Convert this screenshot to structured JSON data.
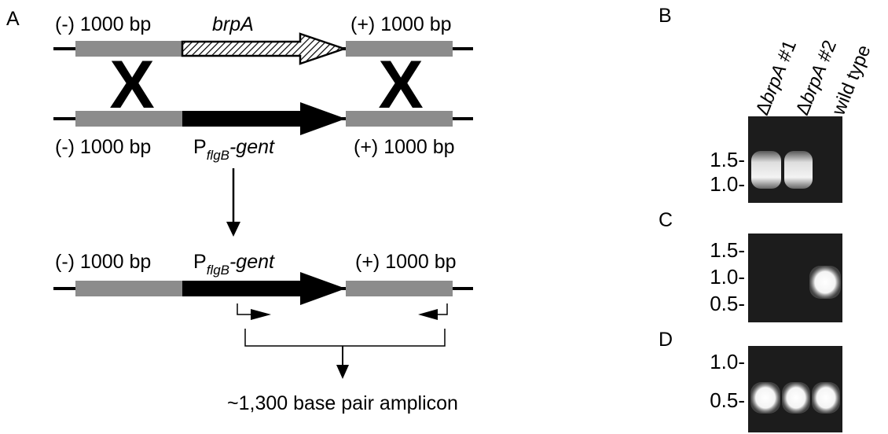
{
  "panels": {
    "a": "A",
    "b": "B",
    "c": "C",
    "d": "D"
  },
  "colors": {
    "homology": "#8c8c8c",
    "cassette": "#000000",
    "gel_bg": "#1c1c1c",
    "band": "#ffffff"
  },
  "diagram": {
    "top": {
      "left_label": "(-) 1000 bp",
      "gene_label": "brpA",
      "right_label": "(+) 1000 bp"
    },
    "middle": {
      "left_label": "(-) 1000 bp",
      "gene_prefix": "P",
      "gene_sub": "flgB",
      "gene_suffix": "-gent",
      "right_label": "(+) 1000 bp"
    },
    "bottom": {
      "left_label": "(-) 1000 bp",
      "gene_prefix": "P",
      "gene_sub": "flgB",
      "gene_suffix": "-gent",
      "right_label": "(+) 1000 bp"
    },
    "crossover_symbol": "X",
    "amplicon_label": "~1,300 base pair amplicon"
  },
  "gels": {
    "lanes": [
      {
        "prefix": "Δ",
        "name": "brpA",
        "suffix": " #1"
      },
      {
        "prefix": "Δ",
        "name": "brpA",
        "suffix": " #2"
      },
      {
        "prefix": "",
        "name": "wild type",
        "suffix": ""
      }
    ],
    "b": {
      "ladder": [
        "1.5-",
        "1.0-"
      ],
      "bands_in_lanes": [
        1,
        2
      ]
    },
    "c": {
      "ladder": [
        "1.5-",
        "1.0-",
        "0.5-"
      ],
      "bands_in_lanes": [
        3
      ]
    },
    "d": {
      "ladder": [
        "1.0-",
        "0.5-"
      ],
      "bands_in_lanes": [
        1,
        2,
        3
      ]
    }
  }
}
